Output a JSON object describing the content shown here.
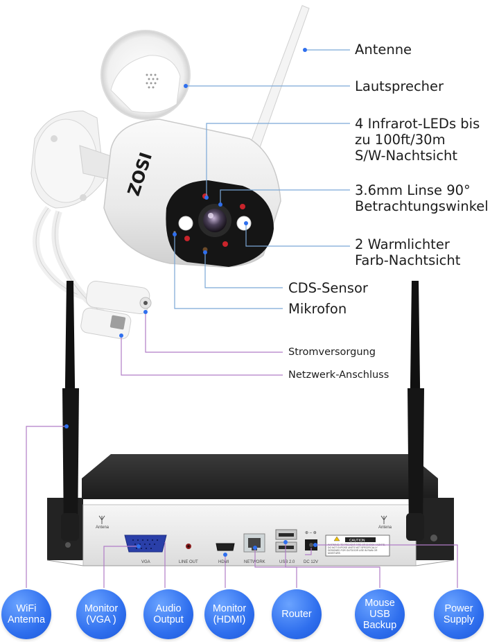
{
  "camera": {
    "brand": "ZOSI",
    "labels": {
      "antenna": "Antenne",
      "speaker": "Lautsprecher",
      "infrared": [
        "4 Infrarot-LEDs bis",
        "zu 100ft/30m",
        "S/W-Nachtsicht"
      ],
      "lens": [
        "3.6mm Linse 90°",
        "Betrachtungswinkel"
      ],
      "warmlight": [
        "2 Warmlichter",
        "Farb-Nachtsicht"
      ],
      "cds": "CDS-Sensor",
      "mic": "Mikrofon",
      "power": "Stromversorgung",
      "network": "Netzwerk-Anschluss"
    }
  },
  "nvr": {
    "port_labels": {
      "antena_left": "Antena",
      "antena_right": "Antena",
      "vga": "VGA",
      "line_out": "LINE OUT",
      "hdmi": "HDMI",
      "network": "NETWORK",
      "usb": "USB 2.0",
      "dc": "DC 12V",
      "caution": "CAUTION",
      "warning": "WARNING: TO PREVENT FIRE OR SHOCK HAZARD, DO NOT EXPOSE UNITS NOT SPECIFICALLY DESIGNED FOR OUTDOOR USE IN RAIN OR MOISTURE."
    }
  },
  "bubbles": [
    {
      "lines": [
        "WiFi",
        "Antenna"
      ]
    },
    {
      "lines": [
        "Monitor",
        "(VGA )"
      ]
    },
    {
      "lines": [
        "Audio",
        "Output"
      ]
    },
    {
      "lines": [
        "Monitor",
        "(HDMI)"
      ]
    },
    {
      "lines": [
        "Router"
      ]
    },
    {
      "lines": [
        "Mouse",
        "USB",
        "Backup"
      ]
    },
    {
      "lines": [
        "Power",
        "Supply"
      ]
    }
  ],
  "colors": {
    "bubble": "#2f6fee",
    "camera_line": "#7aa7d6",
    "nvr_line": "#b07cc6"
  }
}
